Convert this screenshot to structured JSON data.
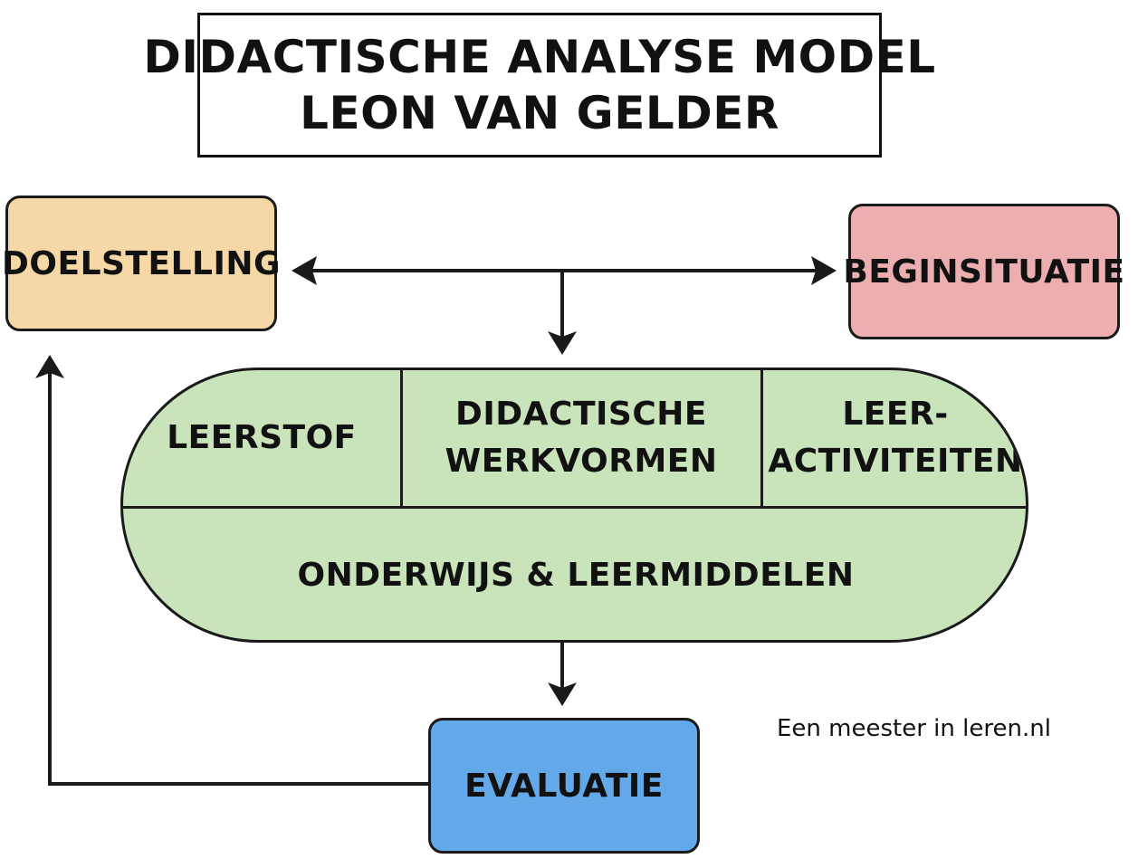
{
  "title": {
    "line1": "DIDACTISCHE ANALYSE MODEL",
    "line2": "LEON VAN GELDER"
  },
  "nodes": {
    "doelstelling": {
      "label": "DOELSTELLING",
      "color": "#f5d8a6"
    },
    "beginsituatie": {
      "label": "BEGINSITUATIE",
      "color": "#ecaeae"
    },
    "evaluatie": {
      "label": "EVALUATIE",
      "color": "#63a9ea"
    },
    "center": {
      "color": "#c9e4ba",
      "leerstof": "LEERSTOF",
      "werkvormen_line1": "DIDACTISCHE",
      "werkvormen_line2": "WERKVORMEN",
      "activiteiten_line1": "LEER-",
      "activiteiten_line2": "ACTIVITEITEN",
      "middelen": "ONDERWIJS & LEERMIDDELEN"
    }
  },
  "credit": "Een meester in leren.nl"
}
